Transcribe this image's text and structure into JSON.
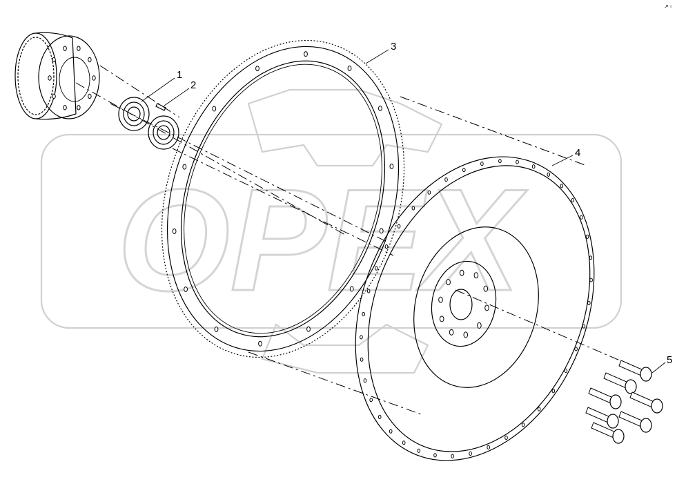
{
  "corner_mark": "↗ ▫",
  "callouts": [
    {
      "id": "1",
      "text": "1"
    },
    {
      "id": "2",
      "text": "2"
    },
    {
      "id": "3",
      "text": "3"
    },
    {
      "id": "4",
      "text": "4"
    },
    {
      "id": "5",
      "text": "5"
    }
  ],
  "watermark": {
    "text": "OPEX",
    "color": "#d0d0d0"
  },
  "parts": [
    {
      "item": "1",
      "name": "bearing"
    },
    {
      "item": "2",
      "name": "pin"
    },
    {
      "item": "3",
      "name": "ring-gear"
    },
    {
      "item": "4",
      "name": "flywheel"
    },
    {
      "item": "5",
      "name": "bolt"
    }
  ]
}
